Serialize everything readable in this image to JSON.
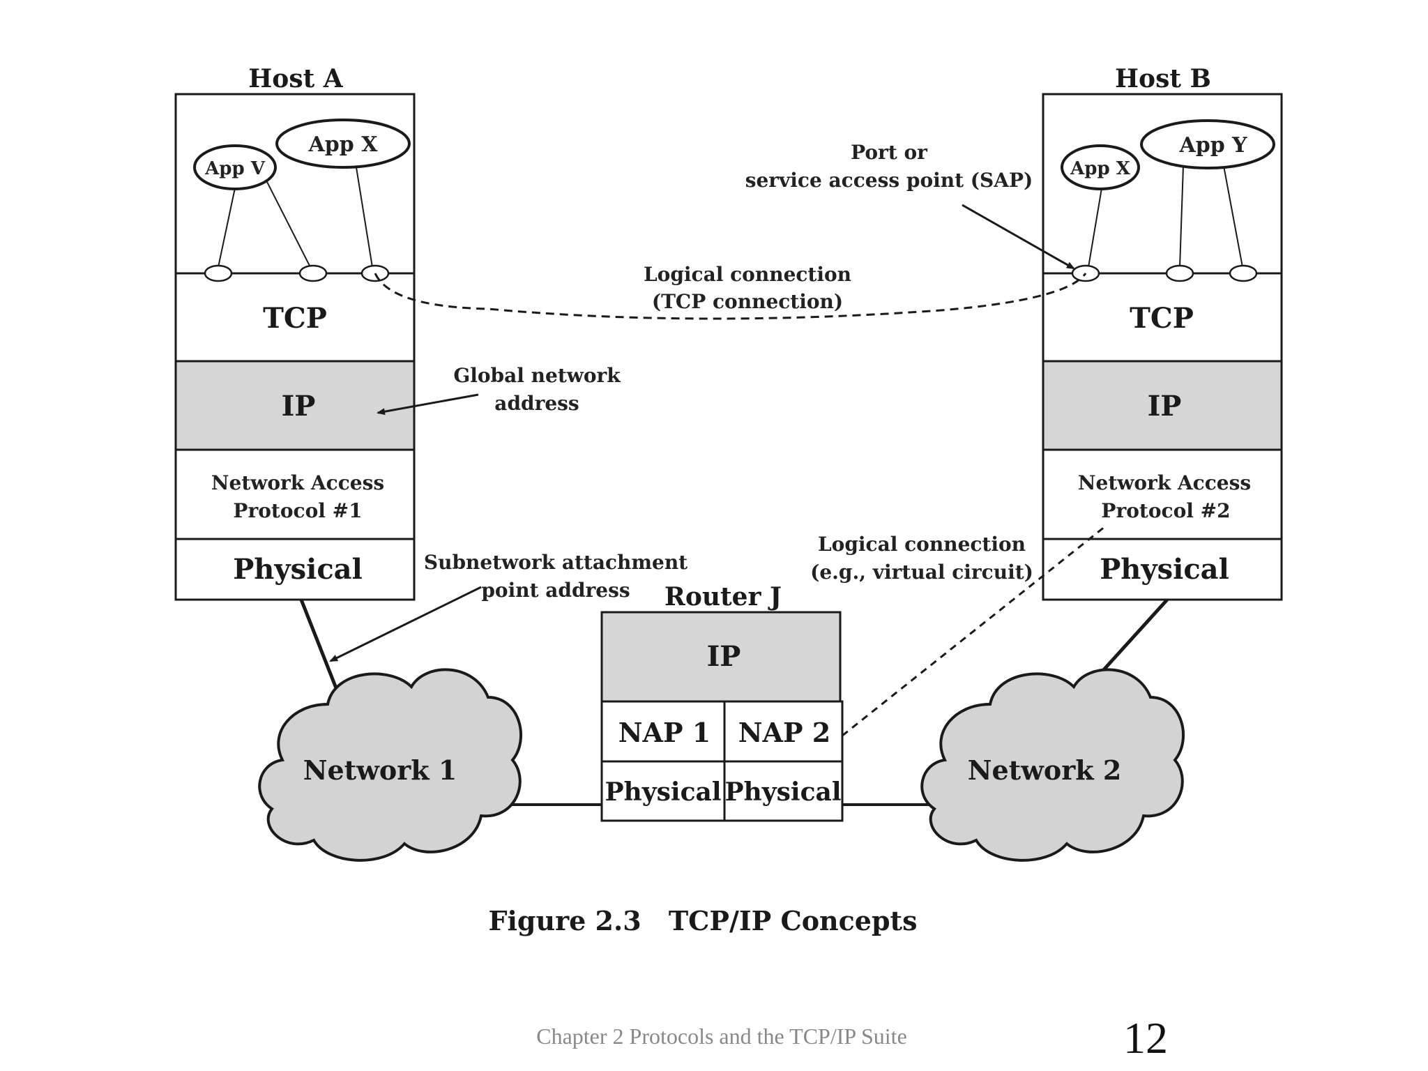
{
  "host_a": {
    "title": "Host A",
    "app_v": "App V",
    "app_x": "App X",
    "tcp": "TCP",
    "ip": "IP",
    "nap_line1": "Network Access",
    "nap_line2": "Protocol #1",
    "physical": "Physical"
  },
  "host_b": {
    "title": "Host B",
    "app_x": "App X",
    "app_y": "App Y",
    "tcp": "TCP",
    "ip": "IP",
    "nap_line1": "Network Access",
    "nap_line2": "Protocol #2",
    "physical": "Physical"
  },
  "router": {
    "title": "Router J",
    "ip": "IP",
    "nap1": "NAP 1",
    "nap2": "NAP 2",
    "physical1": "Physical",
    "physical2": "Physical"
  },
  "networks": {
    "net1": "Network 1",
    "net2": "Network 2"
  },
  "annotations": {
    "port_line1": "Port or",
    "port_line2": "service access point (SAP)",
    "logical_tcp_line1": "Logical connection",
    "logical_tcp_line2": "(TCP connection)",
    "global_line1": "Global network",
    "global_line2": "address",
    "subnet_line1": "Subnetwork attachment",
    "subnet_line2": "point address",
    "logical_vc_line1": "Logical connection",
    "logical_vc_line2": "(e.g., virtual circuit)"
  },
  "caption": {
    "figure": "Figure 2.3",
    "title": "TCP/IP Concepts"
  },
  "footer": {
    "chapter": "Chapter 2 Protocols and the TCP/IP Suite",
    "page": "12"
  },
  "colors": {
    "ip_fill": "#d6d6d6",
    "cloud_fill": "#d3d3d3",
    "stroke": "#1a1a1a"
  }
}
